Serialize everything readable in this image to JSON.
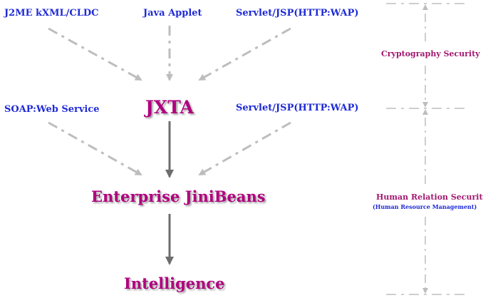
{
  "sources_top": [
    {
      "label": "J2ME  kXML/CLDC"
    },
    {
      "label": "Java Applet"
    },
    {
      "label": "Servlet/JSP(HTTP:WAP)"
    }
  ],
  "sources_mid": [
    {
      "label": "SOAP:Web Service"
    },
    {
      "label": "Servlet/JSP(HTTP:WAP)"
    }
  ],
  "core": {
    "jxta": "JXTA",
    "beans": "Enterprise JiniBeans",
    "intelligence": "Intelligence"
  },
  "security": {
    "crypto": "Cryptography Security",
    "human": "Human Relation Security",
    "human_sub": "(Human Resource Management)"
  },
  "colors": {
    "source_text": "#1f2bd6",
    "core_text": "#b0007e",
    "security_text": "#a0186f",
    "dashed_arrow": "#bdbdbd",
    "solid_arrow": "#6e6e6e"
  }
}
